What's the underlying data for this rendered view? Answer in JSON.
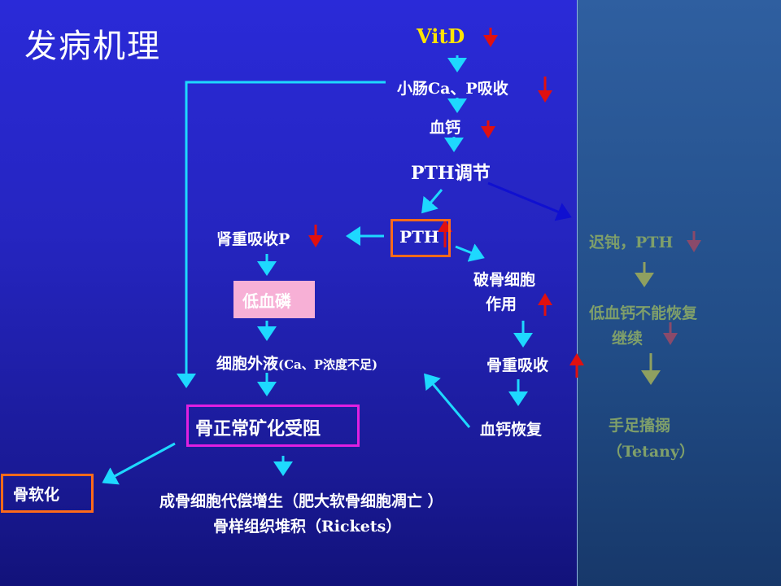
{
  "slide": {
    "title": "发病机理",
    "vitd": "VitD",
    "intestine": "小肠Ca、P吸收",
    "blood_ca": "血钙",
    "pth_regulation": "PTH调节",
    "kidney": "肾重吸收P",
    "pth": "PTH",
    "osteoclast_line1": "破骨细胞",
    "osteoclast_line2": "作用",
    "low_phosphate": "低血磷",
    "ecf": "细胞外液",
    "ecf_note": "(Ca、P浓度不足)",
    "bone_resorption": "骨重吸收",
    "bone_mineralization": "骨正常矿化受阻",
    "ca_recovery": "血钙恢复",
    "osteomalacia": "骨软化",
    "rickets_line1": "成骨细胞代偿增生（肥大软骨细胞凋亡 ）",
    "rickets_line2": "骨样组织堆积（Rickets）"
  },
  "side_panel": {
    "delay": "迟钝，PTH",
    "cannot_recover_line1": "低血钙不能恢复",
    "cannot_recover_line2": "继续",
    "tetany_line1": "手足搐搦",
    "tetany_line2": "（Tetany）"
  },
  "colors": {
    "background": "#2525c0",
    "side_panel": "#214c86",
    "flow_arrow": "#1ed8ff",
    "down_arrow": "#e01010",
    "up_arrow": "#e01010",
    "pth_box": "#ff6a1a",
    "bone_box": "#e020e0",
    "low_phosphate_bg": "#f7b0d6",
    "vitd_text": "#ffe400",
    "side_text": "#7f9f6a"
  }
}
